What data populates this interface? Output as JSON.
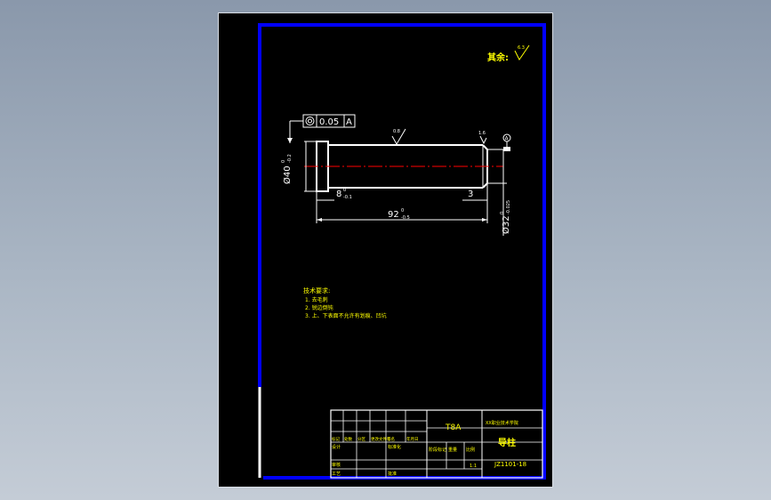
{
  "roughness": {
    "label": "其余:",
    "value": "6.3"
  },
  "geometric_tolerance": {
    "symbol": "◎",
    "value": "0.05",
    "datum": "A"
  },
  "surface_marks": {
    "main": "0.8",
    "end": "1.6"
  },
  "datum_marker": "A",
  "dimensions": {
    "head_diameter": "Ø40",
    "head_diameter_tol": "0",
    "head_diameter_tol2": "-0.2",
    "head_length": "8",
    "head_length_tol": "0",
    "head_length_tol2": "-0.1",
    "chamfer": "3",
    "total_length": "92",
    "total_length_tol": "0",
    "total_length_tol2": "-0.5",
    "shaft_diameter": "Ø32",
    "shaft_diameter_tol": "0",
    "shaft_diameter_tol2": "-0.025"
  },
  "tech_requirements": {
    "title": "技术要求:",
    "items": [
      "1. 去毛刺",
      "2. 锐边倒钝",
      "3. 上、下表面不允许有划痕、凹坑"
    ]
  },
  "title_block": {
    "material": "T8A",
    "school": "XX职业技术学院",
    "part_name": "导柱",
    "drawing_no": "JZ1101-18",
    "scale": "1:1",
    "row_labels": [
      "标记",
      "处数",
      "分区",
      "更改文件号",
      "签名",
      "年月日"
    ],
    "designer_label": "设计",
    "std_label": "标准化",
    "stage_labels": [
      "阶段标记",
      "重量",
      "比例"
    ],
    "review_label": "审核",
    "craft_label": "工艺",
    "approve_label": "批准"
  },
  "colors": {
    "border": "#0000ff",
    "text": "#ffff00",
    "lines": "#ffffff",
    "center": "#ff0000"
  }
}
